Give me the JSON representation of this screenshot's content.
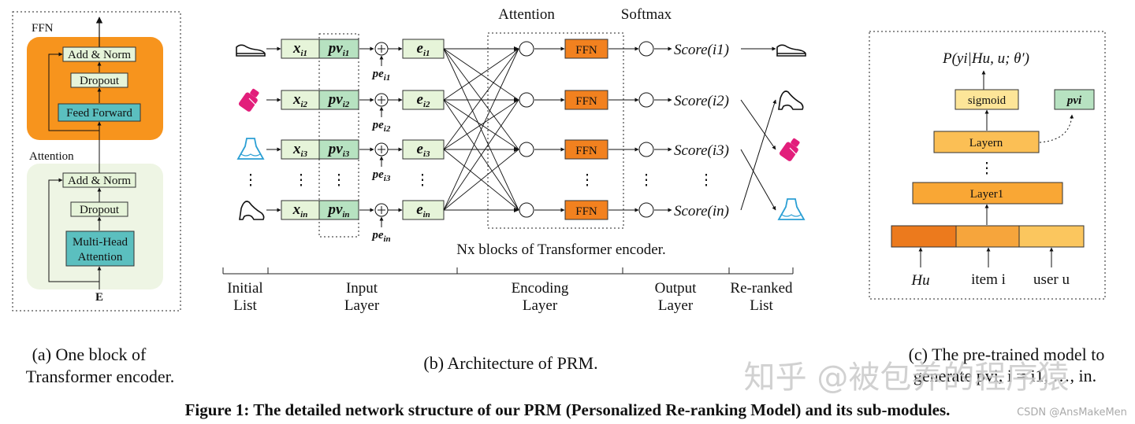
{
  "panel_a": {
    "ffn_label": "FFN",
    "attention_label": "Attention",
    "add_norm_top": "Add & Norm",
    "dropout_top": "Dropout",
    "feed_forward": "Feed Forward",
    "add_norm_bottom": "Add & Norm",
    "dropout_bottom": "Dropout",
    "mha_line1": "Multi-Head",
    "mha_line2": "Attention",
    "input": "E",
    "caption_line1": "(a) One block of",
    "caption_line2": "Transformer encoder."
  },
  "panel_b": {
    "attention_title": "Attention",
    "softmax_title": "Softmax",
    "ffn_box": "FFN",
    "dots": "⋮",
    "x_base": "x",
    "pv_base": "pv",
    "e_base": "e",
    "pe_base": "pe",
    "item_sub_base": "i",
    "row_indices": [
      "1",
      "2",
      "3",
      "n"
    ],
    "score_base": "Score",
    "score_args": [
      "(i1)",
      "(i2)",
      "(i3)",
      "(in)"
    ],
    "nx_caption": "Nx blocks of Transformer encoder.",
    "stages": [
      {
        "line1": "Initial",
        "line2": "List"
      },
      {
        "line1": "Input",
        "line2": "Layer"
      },
      {
        "line1": "Encoding",
        "line2": "Layer"
      },
      {
        "line1": "Output",
        "line2": "Layer"
      },
      {
        "line1": "Re-ranked",
        "line2": "List"
      }
    ],
    "caption": "(b) Architecture of PRM."
  },
  "panel_c": {
    "formula": "P(yi|Hu, u; θ′)",
    "sigmoid": "sigmoid",
    "pv": "pvi",
    "layer_n": "Layern",
    "layer_1": "Layer1",
    "dots": "⋮",
    "input_hu": "Hu",
    "input_item": "item i",
    "input_user": "user u",
    "caption_line1": "(c) The pre-trained model to",
    "caption_line2": "generate pvi, i = i1, …, in."
  },
  "figure_caption": "Figure 1: The detailed network structure of our PRM (Personalized Re-ranking Model) and its sub-modules.",
  "watermark": "知乎 @被包养的程序猿",
  "corner_mark": "CSDN @AnsMakeMen",
  "colors": {
    "ffn_orange": "#f7941d",
    "attention_green": "#eef5e4",
    "teal_box": "#5bbfbf",
    "light_green_box": "#e6f4d9",
    "pv_green": "#b7e2c1",
    "ffn_box": "#f2811f",
    "layer_n": "#fbbf55",
    "layer_1": "#f9a735",
    "sigmoid": "#fde598",
    "emb_hu": "#ec7a1d",
    "emb_item": "#f6a53c",
    "emb_user": "#fbc65e",
    "magenta_bottle": "#e21e7b",
    "dress_blue": "#2b9fd4"
  }
}
